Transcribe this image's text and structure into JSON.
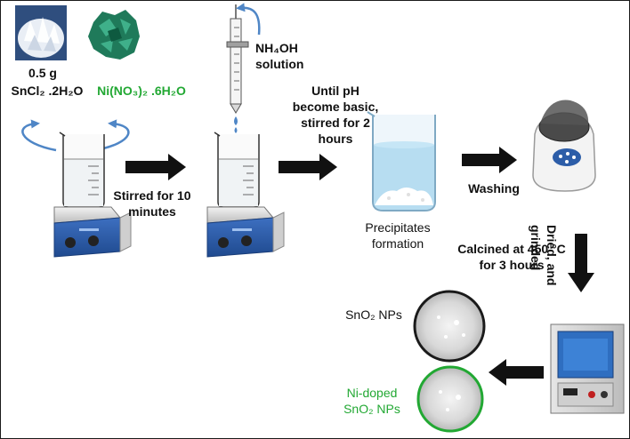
{
  "colors": {
    "black": "#111111",
    "green": "#22a833",
    "blue_arrow": "#4f86c6",
    "hotplate_blue": "#2c5da8"
  },
  "precursors": {
    "sn_mass": "0.5 g",
    "sn_formula": "SnCl₂ .2H₂O",
    "ni_formula": "Ni(NO₃)₂ .6H₂O"
  },
  "steps": {
    "stirred": {
      "line1": "Stirred for 10",
      "line2": "minutes"
    },
    "reagent": {
      "line1": "NH₄OH",
      "line2": "solution"
    },
    "until_ph": {
      "line1": "Until pH",
      "line2": "become basic,",
      "line3": "stirred for 2",
      "line4": "hours"
    },
    "precipitates": {
      "line1": "Precipitates",
      "line2": "formation"
    },
    "washing": "Washing",
    "dried": {
      "line1": "Dried, and",
      "line2": "grinded"
    },
    "calcined": {
      "line1": "Calcined at 450 °C",
      "line2": "for 3 hours"
    }
  },
  "products": {
    "sno2": "SnO₂ NPs",
    "ni_doped_line1": "Ni-doped",
    "ni_doped_line2": "SnO₂ NPs"
  },
  "icons": [
    "sncl2-crystals-photo",
    "nickel-nitrate-crystals-photo",
    "beaker-icon",
    "hotplate-stirrer-icon",
    "burette-icon",
    "precipitate-beaker-icon",
    "centrifuge-icon",
    "furnace-icon",
    "nanoparticle-dish-icon",
    "process-arrow-icon",
    "swirl-arrow-icon"
  ]
}
